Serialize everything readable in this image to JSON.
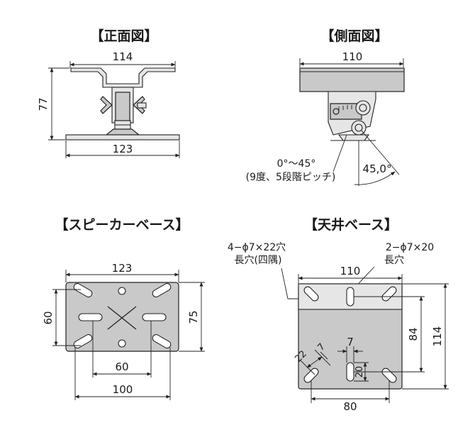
{
  "front": {
    "title": "【正面図】",
    "width_top": "114",
    "height": "77",
    "width_bottom": "123"
  },
  "side": {
    "title": "【側面図】",
    "width_top": "110",
    "angle_range": "0°〜45°",
    "angle_note": "(9度、5段階ピッチ)",
    "angle_max": "45,0°"
  },
  "speaker_base": {
    "title": "【スピーカーベース】",
    "width": "123",
    "height_left": "60",
    "height_right": "75",
    "slot_spacing": "60",
    "slot_outer": "100"
  },
  "ceiling_base": {
    "title": "【天井ベース】",
    "callout_corner_1": "4−ϕ7×22穴",
    "callout_corner_2": "長穴(四隅)",
    "callout_center_1": "2−ϕ7×20",
    "callout_center_2": "長穴",
    "width": "110",
    "slot_pitch": "84",
    "height": "114",
    "slot_width": "7",
    "slot_length": "20",
    "diag_width": "7",
    "diag_length": "22",
    "bottom_width": "80"
  }
}
